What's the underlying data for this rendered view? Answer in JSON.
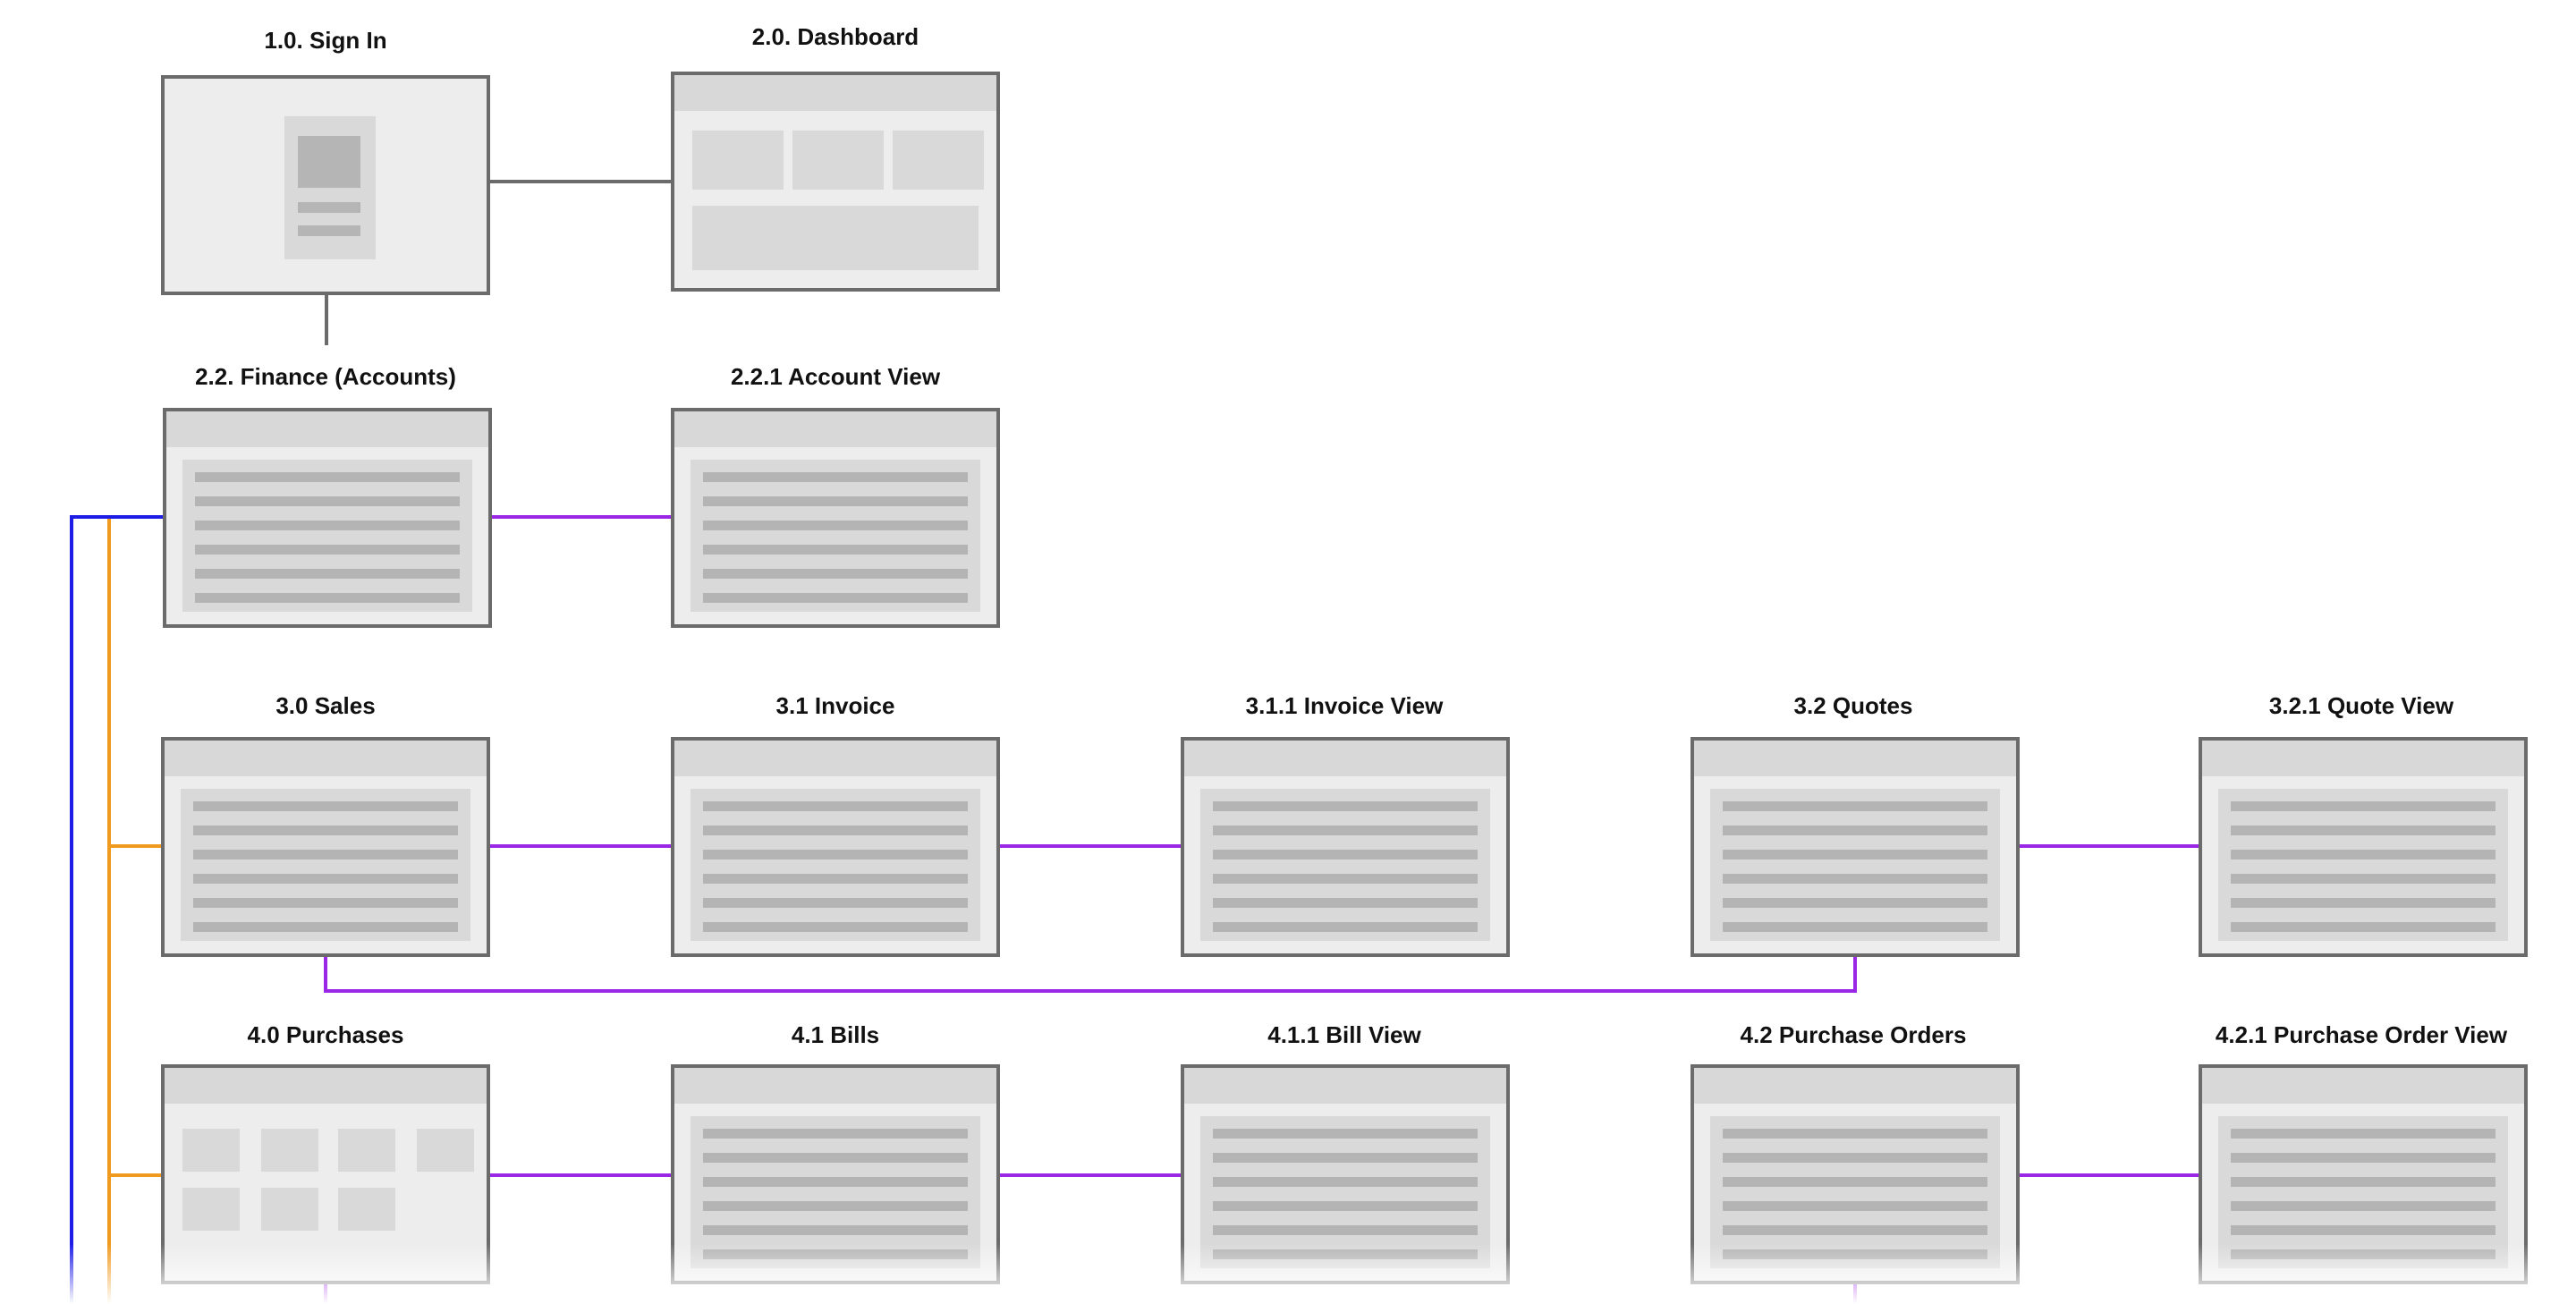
{
  "colors": {
    "border": "#6b6b6b",
    "gray_link": "#6b6b6b",
    "purple_link": "#9b27e6",
    "orange_link": "#f09a1f",
    "blue_link": "#1d1de6"
  },
  "nodes": {
    "sign_in": {
      "title": "1.0. Sign In",
      "icon": "login-wireframe"
    },
    "dashboard": {
      "title": "2.0. Dashboard",
      "icon": "dashboard-wireframe"
    },
    "finance": {
      "title": "2.2. Finance (Accounts)",
      "icon": "list-wireframe"
    },
    "account_view": {
      "title": "2.2.1 Account View",
      "icon": "list-wireframe"
    },
    "sales": {
      "title": "3.0 Sales",
      "icon": "list-wireframe"
    },
    "invoice": {
      "title": "3.1 Invoice",
      "icon": "list-wireframe"
    },
    "invoice_view": {
      "title": "3.1.1 Invoice View",
      "icon": "list-wireframe"
    },
    "quotes": {
      "title": "3.2 Quotes",
      "icon": "list-wireframe"
    },
    "quote_view": {
      "title": "3.2.1 Quote View",
      "icon": "list-wireframe"
    },
    "purchases": {
      "title": "4.0 Purchases",
      "icon": "grid-wireframe"
    },
    "bills": {
      "title": "4.1 Bills",
      "icon": "list-wireframe"
    },
    "bill_view": {
      "title": "4.1.1 Bill View",
      "icon": "list-wireframe"
    },
    "purchase_orders": {
      "title": "4.2 Purchase Orders",
      "icon": "list-wireframe"
    },
    "purchase_order_view": {
      "title": "4.2.1 Purchase Order View",
      "icon": "list-wireframe"
    }
  },
  "links": [
    {
      "from": "sign_in",
      "to": "dashboard",
      "color": "gray"
    },
    {
      "from": "sign_in",
      "to": "finance",
      "color": "gray"
    },
    {
      "from": "finance",
      "to": "account_view",
      "color": "purple"
    },
    {
      "from": "sales",
      "to": "invoice",
      "color": "purple"
    },
    {
      "from": "invoice",
      "to": "invoice_view",
      "color": "purple"
    },
    {
      "from": "quotes",
      "to": "quote_view",
      "color": "purple"
    },
    {
      "from": "sales",
      "to": "quotes",
      "color": "purple"
    },
    {
      "from": "purchases",
      "to": "bills",
      "color": "purple"
    },
    {
      "from": "bills",
      "to": "bill_view",
      "color": "purple"
    },
    {
      "from": "purchase_orders",
      "to": "purchase_order_view",
      "color": "purple"
    },
    {
      "from": "finance",
      "to": "sales",
      "color": "orange"
    },
    {
      "from": "finance",
      "to": "purchases",
      "color": "orange"
    },
    {
      "from": "finance",
      "to": "off-page",
      "color": "blue"
    }
  ]
}
